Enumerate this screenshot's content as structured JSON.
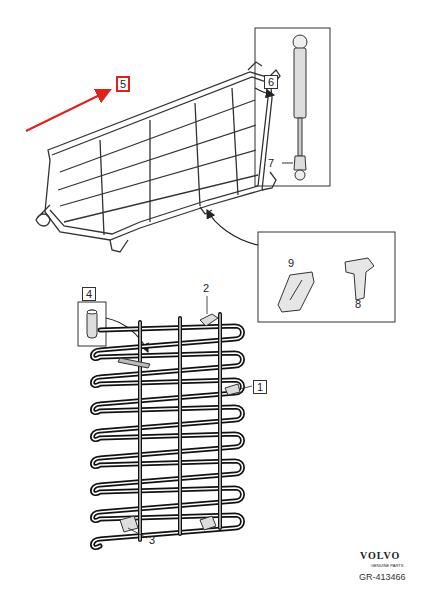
{
  "diagram": {
    "labels": [
      "5",
      "6",
      "7",
      "9",
      "8",
      "4",
      "2",
      "1",
      "3",
      "VOLVO",
      "GENUINE PARTS",
      "GR-413466"
    ]
  }
}
